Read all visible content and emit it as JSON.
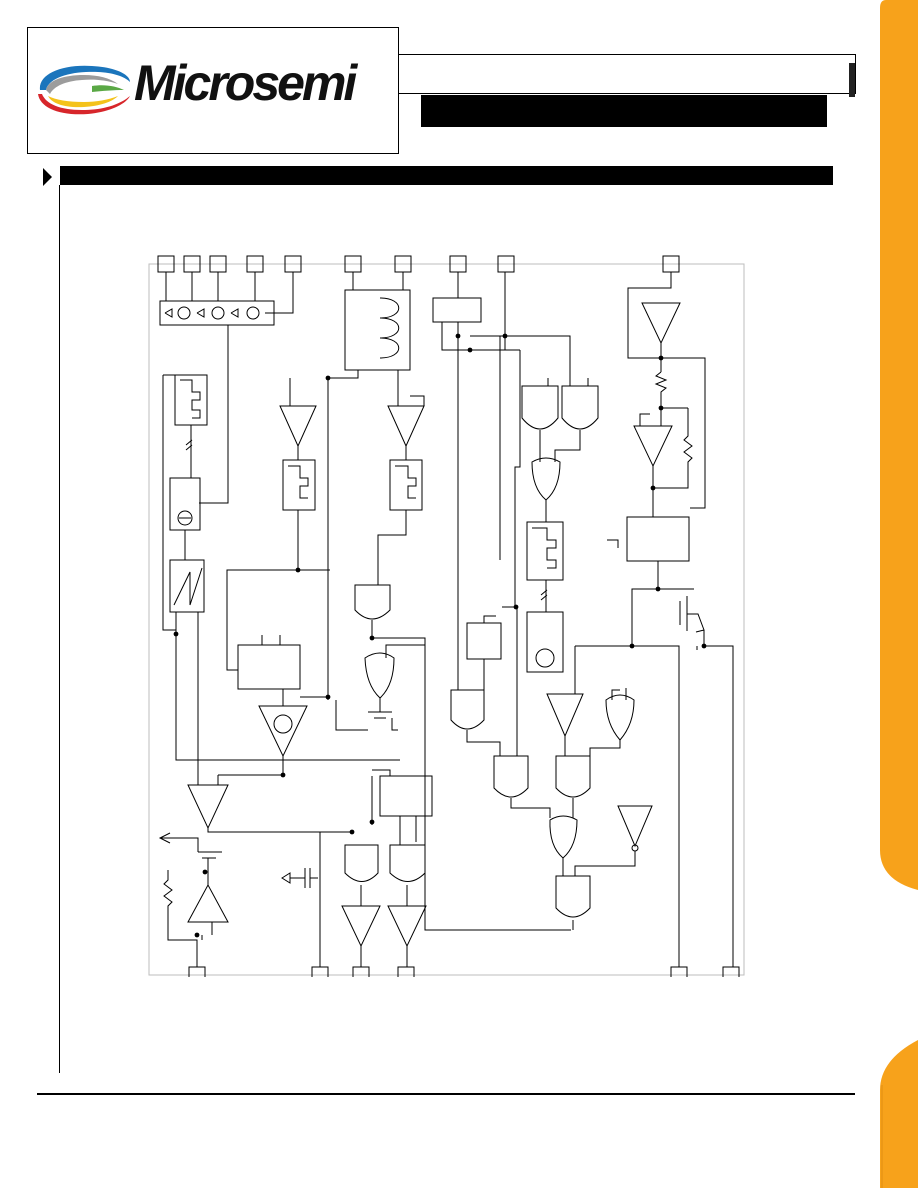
{
  "header": {
    "brand_name": "Microsemi",
    "brand_colors": {
      "blue": "#1b75bc",
      "red": "#d7262b",
      "yellow": "#f4c21b",
      "green": "#5aa845",
      "gray": "#9c9c9c"
    },
    "title_text": "",
    "subtitle_text": ""
  },
  "section": {
    "heading": "",
    "arrow_icon": "triangle-right-icon"
  },
  "side_tab": {
    "color": "#f7a21b",
    "label": ""
  },
  "diagram": {
    "kind": "block-diagram",
    "top_pin_count": 10,
    "bottom_pin_count": 6,
    "line_color": "#000000",
    "outline_color": "#bdbdbd"
  }
}
